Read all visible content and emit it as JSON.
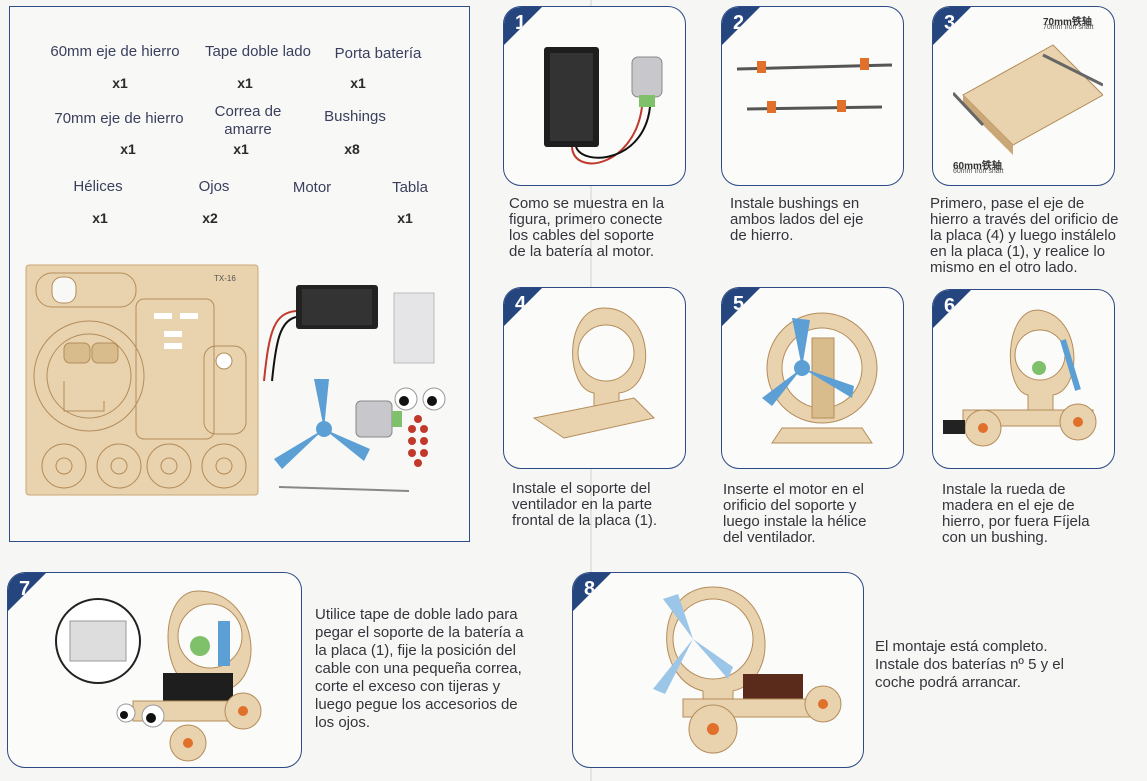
{
  "parts": {
    "row1": [
      {
        "label": "60mm eje de hierro",
        "qty": "x1"
      },
      {
        "label": "Tape doble lado",
        "qty": "x1"
      },
      {
        "label": "Porta batería",
        "qty": "x1"
      }
    ],
    "row2": [
      {
        "label": "70mm eje de hierro",
        "qty": "x1"
      },
      {
        "label_line1": "Correa de",
        "label_line2": "amarre",
        "qty": "x1"
      },
      {
        "label": "Bushings",
        "qty": "x8"
      }
    ],
    "row3": [
      {
        "label": "Hélices",
        "qty": "x1"
      },
      {
        "label": "Ojos",
        "qty": "x2"
      },
      {
        "label": "Motor",
        "qty": ""
      },
      {
        "label": "Tabla",
        "qty": "x1"
      }
    ],
    "board_code": "TX-16"
  },
  "steps": [
    {
      "num": "1",
      "text_lines": [
        "Como se muestra en la",
        "figura, primero conecte",
        "los cables del soporte",
        "de la batería al motor."
      ]
    },
    {
      "num": "2",
      "text_lines": [
        "Instale bushings en",
        "ambos lados del eje",
        "de hierro."
      ]
    },
    {
      "num": "3",
      "text_lines": [
        "Primero, pase el eje de",
        "hierro a través del orificio de",
        "la placa (4) y luego instálelo",
        "en la placa (1), y realice lo",
        "mismo en el otro lado."
      ],
      "callout_top": "70mm铁轴",
      "callout_top_sub": "70mm Iron shaft",
      "callout_bottom": "60mm铁轴",
      "callout_bottom_sub": "60mm Iron shaft"
    },
    {
      "num": "4",
      "text_lines": [
        "Instale el soporte del",
        "ventilador en la parte",
        "frontal de la placa (1)."
      ]
    },
    {
      "num": "5",
      "text_lines": [
        "Inserte el motor en el",
        "orificio del soporte y",
        "luego instale la hélice",
        "del ventilador."
      ]
    },
    {
      "num": "6",
      "text_lines": [
        "Instale la rueda de",
        "madera en el eje de",
        "hierro, por fuera Fíjela",
        "con un bushing."
      ]
    },
    {
      "num": "7",
      "text_lines": [
        "Utilice tape de doble lado para",
        "pegar el soporte de la batería a",
        "la placa (1), fije la posición del",
        "cable con una pequeña correa,",
        "corte el exceso con tijeras y",
        "luego pegue los accesorios de",
        "los ojos."
      ]
    },
    {
      "num": "8",
      "text_lines": [
        "El montaje está completo.",
        "Instale dos baterías nº 5 y el",
        "coche podrá arrancar."
      ]
    }
  ],
  "colors": {
    "frame": "#2c4a86",
    "badge": "#24457d",
    "wood": "#e8d2ad",
    "woodDark": "#b98a55",
    "blue": "#5b9fd4",
    "red": "#c0392b"
  }
}
